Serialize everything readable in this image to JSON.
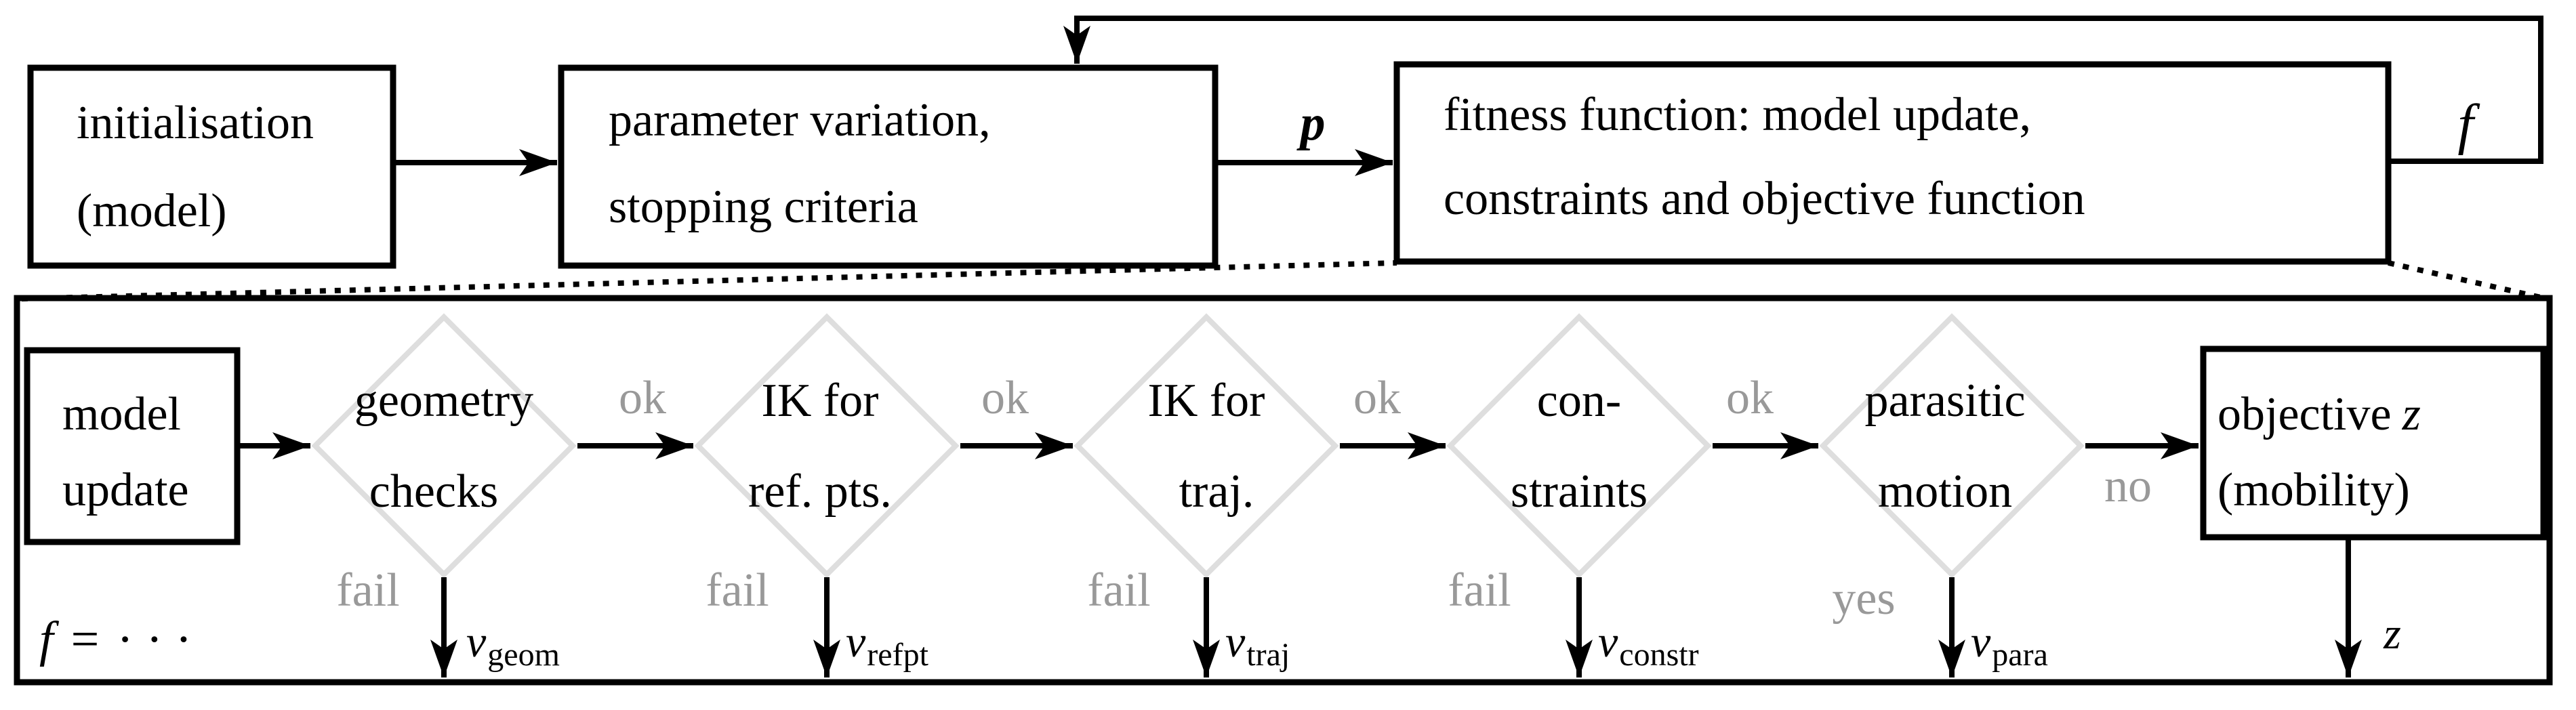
{
  "top": {
    "init_box": {
      "line1": "initialisation",
      "line2": "(model)"
    },
    "param_box": {
      "line1": "parameter variation,",
      "line2": "stopping criteria"
    },
    "fitness_box": {
      "line1": "fitness function: model update,",
      "line2": "constraints and objective function"
    },
    "p_label": "p",
    "f_label": "f"
  },
  "detail": {
    "f_equation": {
      "lhs": "f",
      "eq": "=",
      "rhs": "· · ·"
    },
    "model_box": {
      "line1": "model",
      "line2": "update"
    },
    "steps": [
      {
        "line1": "geometry",
        "line2": "checks",
        "pass_label": "ok",
        "fail_label": "fail",
        "out_var": "v",
        "out_sub": "geom"
      },
      {
        "line1": "IK for",
        "line2": "ref. pts.",
        "pass_label": "ok",
        "fail_label": "fail",
        "out_var": "v",
        "out_sub": "refpt"
      },
      {
        "line1": "IK for",
        "line2": "traj.",
        "pass_label": "ok",
        "fail_label": "fail",
        "out_var": "v",
        "out_sub": "traj"
      },
      {
        "line1": "con-",
        "line2": "straints",
        "pass_label": "ok",
        "fail_label": "fail",
        "out_var": "v",
        "out_sub": "constr"
      },
      {
        "line1": "parasitic",
        "line2": "motion",
        "pass_label": "no",
        "fail_label": "yes",
        "out_var": "v",
        "out_sub": "para"
      }
    ],
    "objective_box": {
      "line1_text": "objective",
      "line1_math": "z",
      "line2": "(mobility)",
      "out_label": "z"
    }
  },
  "colors": {
    "ink": "#000000",
    "gray_label": "#999999",
    "diamond_stroke": "#dedede"
  }
}
